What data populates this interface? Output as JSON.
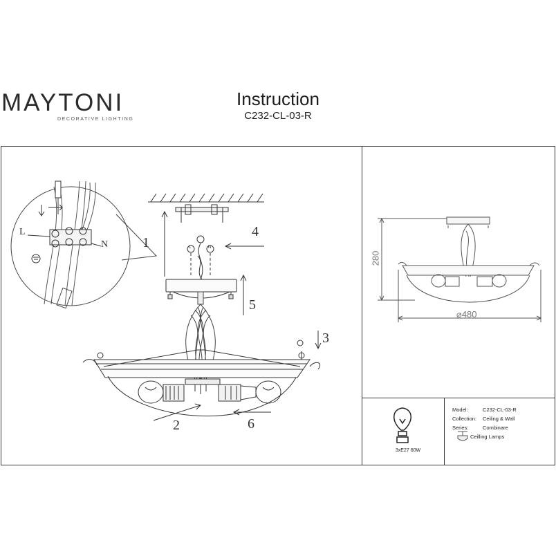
{
  "brand": {
    "name": "MAYTONI",
    "tagline": "DECORATIVE LIGHTING",
    "accent_color": "#7b2a7b"
  },
  "header": {
    "title": "Instruction",
    "model": "C232-CL-03-R"
  },
  "steps": [
    "1",
    "2",
    "3",
    "4",
    "5",
    "6"
  ],
  "wiring": {
    "live": "L",
    "neutral": "N",
    "earth_symbol": "earth-icon",
    "node_l": "L",
    "node_n": "N"
  },
  "dimensions": {
    "height": "280",
    "diameter": "⌀480"
  },
  "bulb": {
    "icon": "bulb-icon",
    "spec": "3xE27 60W"
  },
  "info": {
    "model_label": "Model:",
    "model_value": "C232-CL-03-R",
    "collection_label": "Collection:",
    "collection_value": "Ceiling & Wall",
    "series_label": "Series:",
    "series_value": "Combinare",
    "type_icon": "ceiling-lamp-icon",
    "type_value": "Ceilling Lamps"
  }
}
